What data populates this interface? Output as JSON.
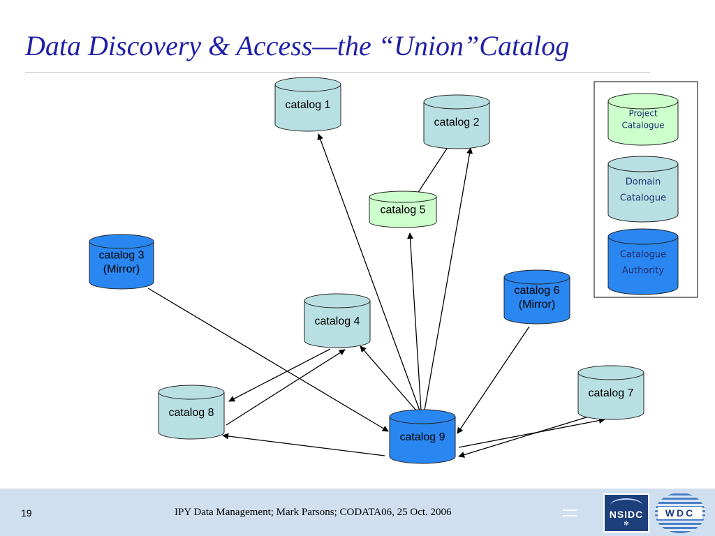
{
  "slide": {
    "title": "Data Discovery & Access—the “Union”Catalog",
    "slide_number": "19",
    "footer_text": "IPY Data Management; Mark Parsons; CODATA06, 25 Oct. 2006",
    "logos": {
      "nsidc": "NSIDC",
      "wdc": "WDC"
    }
  },
  "colors": {
    "domain": "#b8dfe1",
    "project": "#ccffcc",
    "authority": "#2a86f0",
    "outline": "#222222",
    "footer_bg": "#cfdff0",
    "title": "#1f1fa8"
  },
  "nodes": [
    {
      "id": "c1",
      "lines": [
        "catalog 1"
      ],
      "type": "domain"
    },
    {
      "id": "c2",
      "lines": [
        "catalog 2"
      ],
      "type": "domain"
    },
    {
      "id": "c3",
      "lines": [
        "catalog 3",
        "(Mirror)"
      ],
      "type": "authority"
    },
    {
      "id": "c4",
      "lines": [
        "catalog 4"
      ],
      "type": "domain"
    },
    {
      "id": "c5",
      "lines": [
        "catalog 5"
      ],
      "type": "project"
    },
    {
      "id": "c6",
      "lines": [
        "catalog 6",
        "(Mirror)"
      ],
      "type": "authority"
    },
    {
      "id": "c7",
      "lines": [
        "catalog 7"
      ],
      "type": "domain"
    },
    {
      "id": "c8",
      "lines": [
        "catalog 8"
      ],
      "type": "domain"
    },
    {
      "id": "c9",
      "lines": [
        "catalog 9"
      ],
      "type": "authority"
    }
  ],
  "edges": [
    {
      "from": "c9",
      "to": "c1"
    },
    {
      "from": "c9",
      "to": "c2"
    },
    {
      "from": "c9",
      "to": "c5"
    },
    {
      "from": "c2",
      "to": "c5"
    },
    {
      "from": "c9",
      "to": "c4"
    },
    {
      "from": "c3",
      "to": "c9"
    },
    {
      "from": "c6",
      "to": "c9"
    },
    {
      "from": "c4",
      "to": "c8"
    },
    {
      "from": "c8",
      "to": "c4"
    },
    {
      "from": "c9",
      "to": "c8"
    },
    {
      "from": "c9",
      "to": "c7"
    },
    {
      "from": "c7",
      "to": "c9"
    }
  ],
  "legend": [
    {
      "type": "project",
      "lines": [
        "Project",
        "Catalogue"
      ]
    },
    {
      "type": "domain",
      "lines": [
        "Domain",
        "Catalogue"
      ]
    },
    {
      "type": "authority",
      "lines": [
        "Catalogue",
        "Authority"
      ]
    }
  ]
}
